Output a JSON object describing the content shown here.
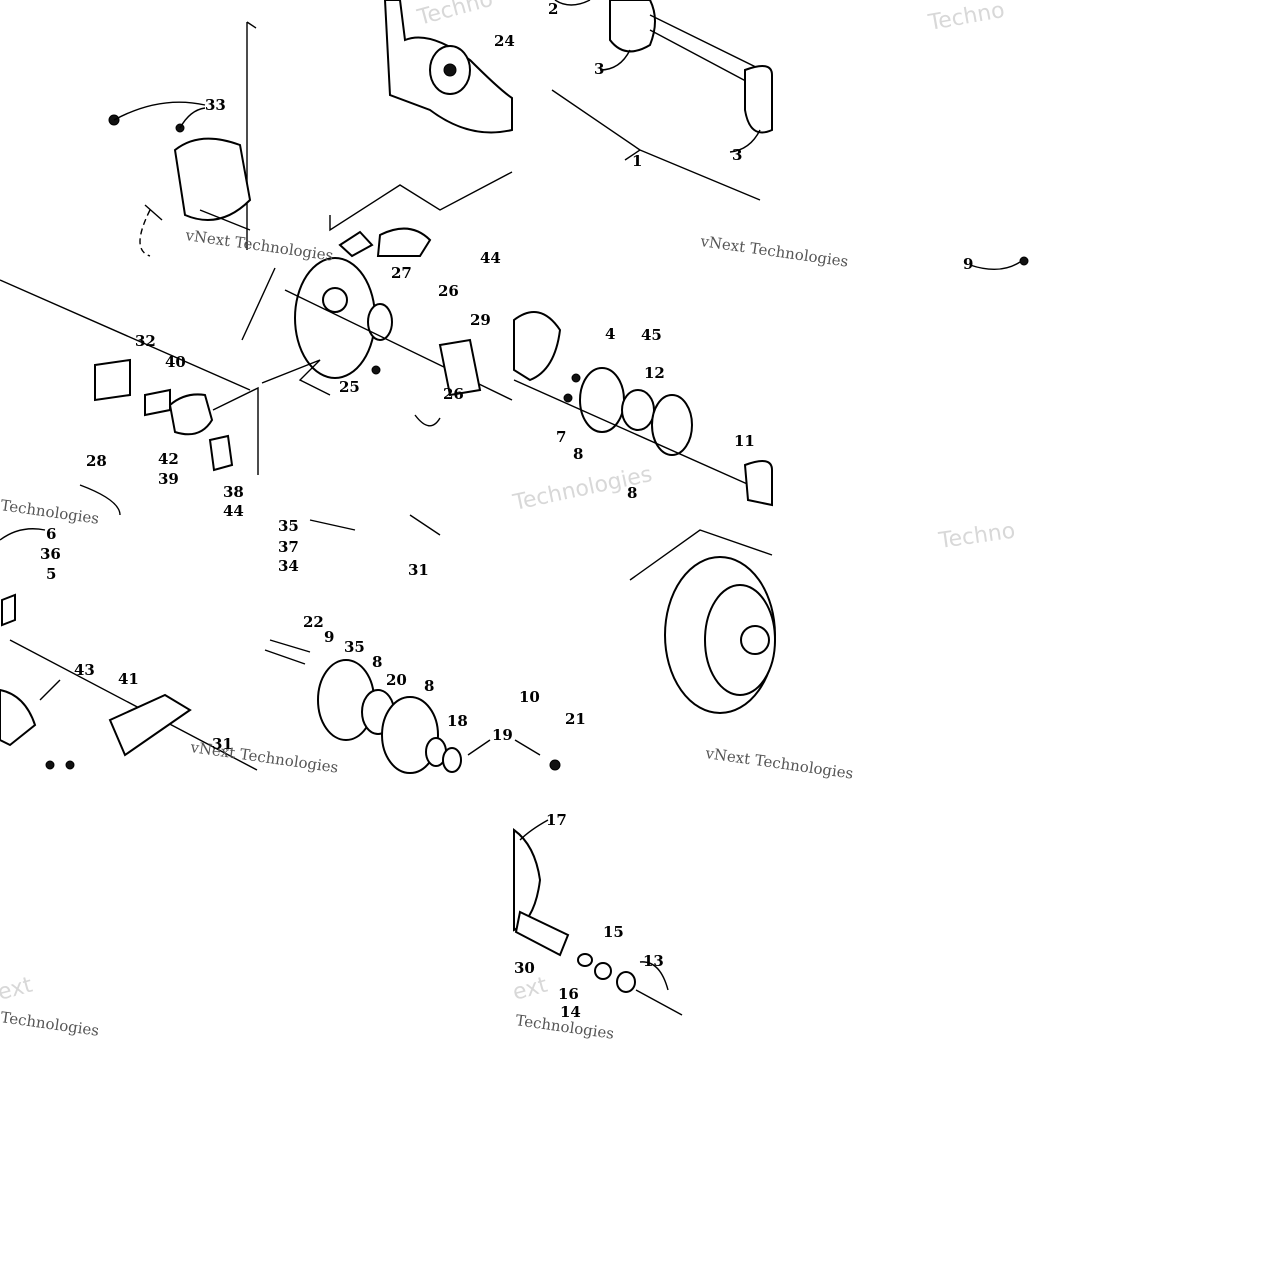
{
  "watermarks": {
    "full": "vNext Technologies",
    "partial_1": "Techno",
    "partial_2": "Techno",
    "partial_3": "Technologies",
    "partial_4": "Technologies",
    "partial_5": "ext"
  },
  "callouts": [
    {
      "id": "c33",
      "label": "33"
    },
    {
      "id": "c24",
      "label": "24"
    },
    {
      "id": "c2",
      "label": "2"
    },
    {
      "id": "c3a",
      "label": "3"
    },
    {
      "id": "c3b",
      "label": "3"
    },
    {
      "id": "c1",
      "label": "1"
    },
    {
      "id": "c44a",
      "label": "44"
    },
    {
      "id": "c9a",
      "label": "9"
    },
    {
      "id": "c27",
      "label": "27"
    },
    {
      "id": "c26a",
      "label": "26"
    },
    {
      "id": "c29",
      "label": "29"
    },
    {
      "id": "c4",
      "label": "4"
    },
    {
      "id": "c45",
      "label": "45"
    },
    {
      "id": "c12",
      "label": "12"
    },
    {
      "id": "c32",
      "label": "32"
    },
    {
      "id": "c40",
      "label": "40"
    },
    {
      "id": "c25",
      "label": "25"
    },
    {
      "id": "c26b",
      "label": "26"
    },
    {
      "id": "c7",
      "label": "7"
    },
    {
      "id": "c8a",
      "label": "8"
    },
    {
      "id": "c11",
      "label": "11"
    },
    {
      "id": "c8b",
      "label": "8"
    },
    {
      "id": "c42",
      "label": "42"
    },
    {
      "id": "c39",
      "label": "39"
    },
    {
      "id": "c28",
      "label": "28"
    },
    {
      "id": "c38",
      "label": "38"
    },
    {
      "id": "c44b",
      "label": "44"
    },
    {
      "id": "c6",
      "label": "6"
    },
    {
      "id": "c36",
      "label": "36"
    },
    {
      "id": "c5",
      "label": "5"
    },
    {
      "id": "c35a",
      "label": "35"
    },
    {
      "id": "c37",
      "label": "37"
    },
    {
      "id": "c34",
      "label": "34"
    },
    {
      "id": "c31a",
      "label": "31"
    },
    {
      "id": "c22",
      "label": "22"
    },
    {
      "id": "c9b",
      "label": "9"
    },
    {
      "id": "c35b",
      "label": "35"
    },
    {
      "id": "c8c",
      "label": "8"
    },
    {
      "id": "c20",
      "label": "20"
    },
    {
      "id": "c8d",
      "label": "8"
    },
    {
      "id": "c10",
      "label": "10"
    },
    {
      "id": "c21",
      "label": "21"
    },
    {
      "id": "c43",
      "label": "43"
    },
    {
      "id": "c41",
      "label": "41"
    },
    {
      "id": "c18",
      "label": "18"
    },
    {
      "id": "c19",
      "label": "19"
    },
    {
      "id": "c31b",
      "label": "31"
    },
    {
      "id": "c17",
      "label": "17"
    },
    {
      "id": "c15",
      "label": "15"
    },
    {
      "id": "c13",
      "label": "13"
    },
    {
      "id": "c30",
      "label": "30"
    },
    {
      "id": "c16",
      "label": "16"
    },
    {
      "id": "c14",
      "label": "14"
    }
  ]
}
